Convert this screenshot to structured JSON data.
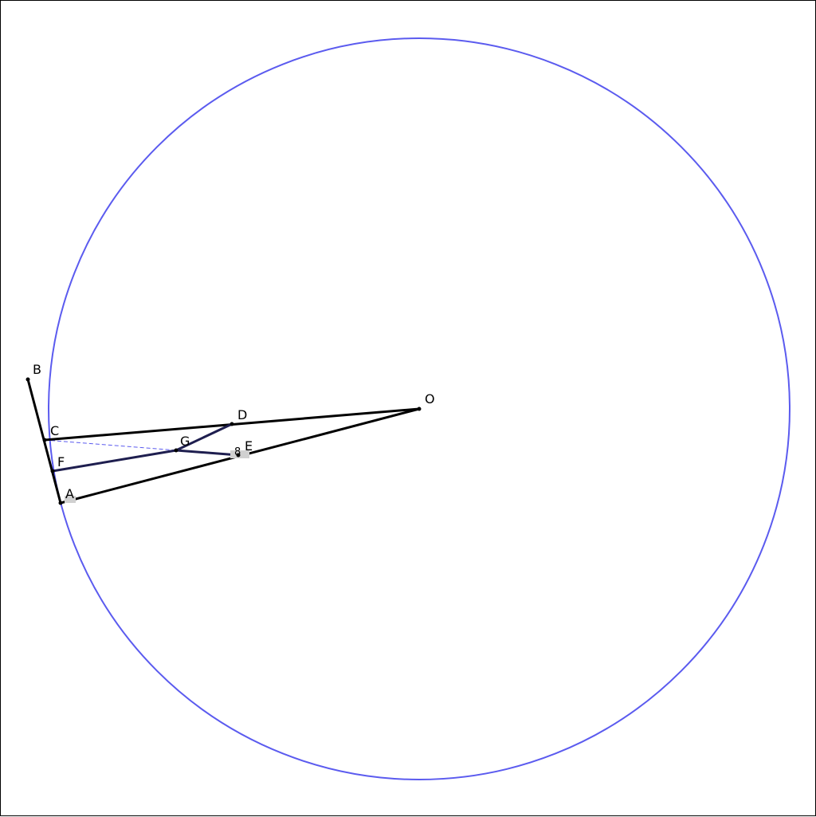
{
  "diagram": {
    "points": {
      "O": "O",
      "A": "A",
      "B": "B",
      "C": "C",
      "D": "D",
      "E": "E",
      "F": "F",
      "G": "G"
    },
    "segment_length_label": "8",
    "colors": {
      "circle": "#5b5bef",
      "solid_segment": "#000000",
      "inner_segment": "#1e1e4f",
      "dashed_line": "#5b5bef",
      "label_box": "#d0d0d0"
    }
  }
}
